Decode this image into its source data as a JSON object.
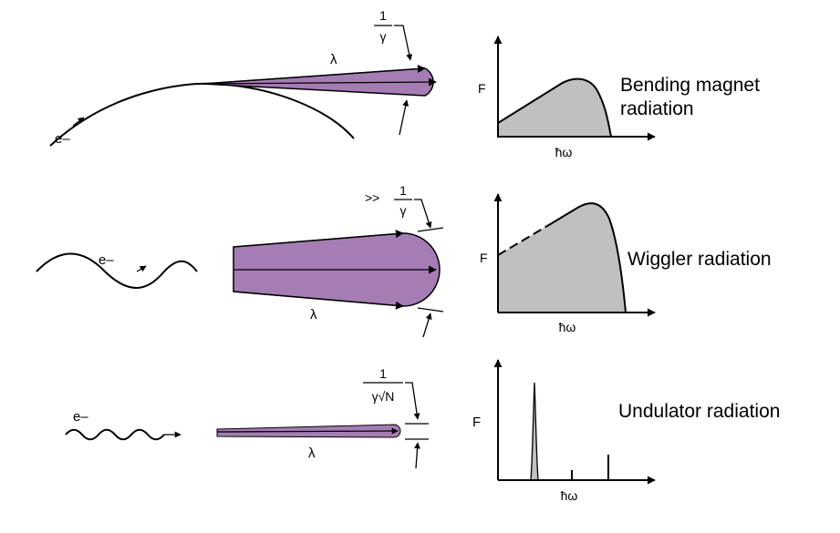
{
  "panels": [
    {
      "id": "bending",
      "electron_label": "e–",
      "wavelength_label": "λ",
      "angle_label": {
        "prefix": "",
        "numerator": "1",
        "denominator": "γ"
      },
      "plot": {
        "y_label": "F",
        "x_label": "ħω"
      },
      "title_lines": [
        "Bending magnet",
        "radiation"
      ]
    },
    {
      "id": "wiggler",
      "electron_label": "e–",
      "wavelength_label": "λ",
      "angle_label": {
        "prefix": ">>",
        "numerator": "1",
        "denominator": "γ"
      },
      "plot": {
        "y_label": "F",
        "x_label": "ħω"
      },
      "title_lines": [
        "Wiggler radiation"
      ]
    },
    {
      "id": "undulator",
      "electron_label": "e–",
      "wavelength_label": "λ",
      "angle_label": {
        "prefix": "",
        "numerator": "1",
        "denominator": "γ√N"
      },
      "plot": {
        "y_label": "F",
        "x_label": "ħω"
      },
      "title_lines": [
        "Undulator radiation"
      ]
    }
  ],
  "colors": {
    "beam": "#a57cb4",
    "spectrum_fill": "#c0c0c0",
    "line": "#000000"
  }
}
